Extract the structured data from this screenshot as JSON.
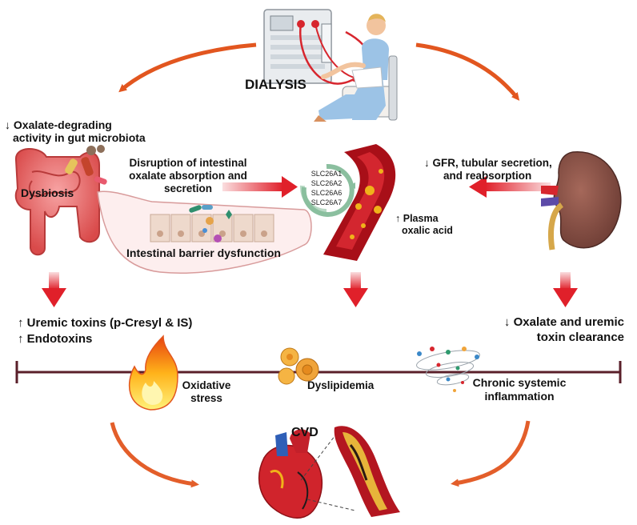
{
  "labels": {
    "dialysis": "DIALYSIS",
    "oxalate_degrading_1": "Oxalate-degrading",
    "oxalate_degrading_2": "activity in gut microbiota",
    "dysbiosis": "Dysbiosis",
    "disruption_1": "Disruption of intestinal",
    "disruption_2": "oxalate absorption and",
    "disruption_3": "secretion",
    "barrier": "Intestinal barrier dysfunction",
    "transporters": [
      "SLC26A1",
      "SLC26A2",
      "SLC26A6",
      "SLC26A7"
    ],
    "plasma_1": "Plasma",
    "plasma_2": "oxalic acid",
    "gfr_1": "GFR, tubular secretion,",
    "gfr_2": "and reabsorption",
    "uremic_toxins": "Uremic toxins (p-Cresyl & IS)",
    "endotoxins": "Endotoxins",
    "clearance_1": "Oxalate and uremic",
    "clearance_2": "toxin clearance",
    "oxidative_1": "Oxidative",
    "oxidative_2": "stress",
    "dyslipidemia": "Dyslipidemia",
    "inflammation_1": "Chronic systemic",
    "inflammation_2": "inflammation",
    "cvd": "CVD"
  },
  "indicators": {
    "down": "↓",
    "up": "↑"
  },
  "colors": {
    "arrow_orange": "#e2561f",
    "arrow_red": "#e0202a",
    "vessel_red": "#b3121b",
    "timeline": "#5a1f2a"
  }
}
